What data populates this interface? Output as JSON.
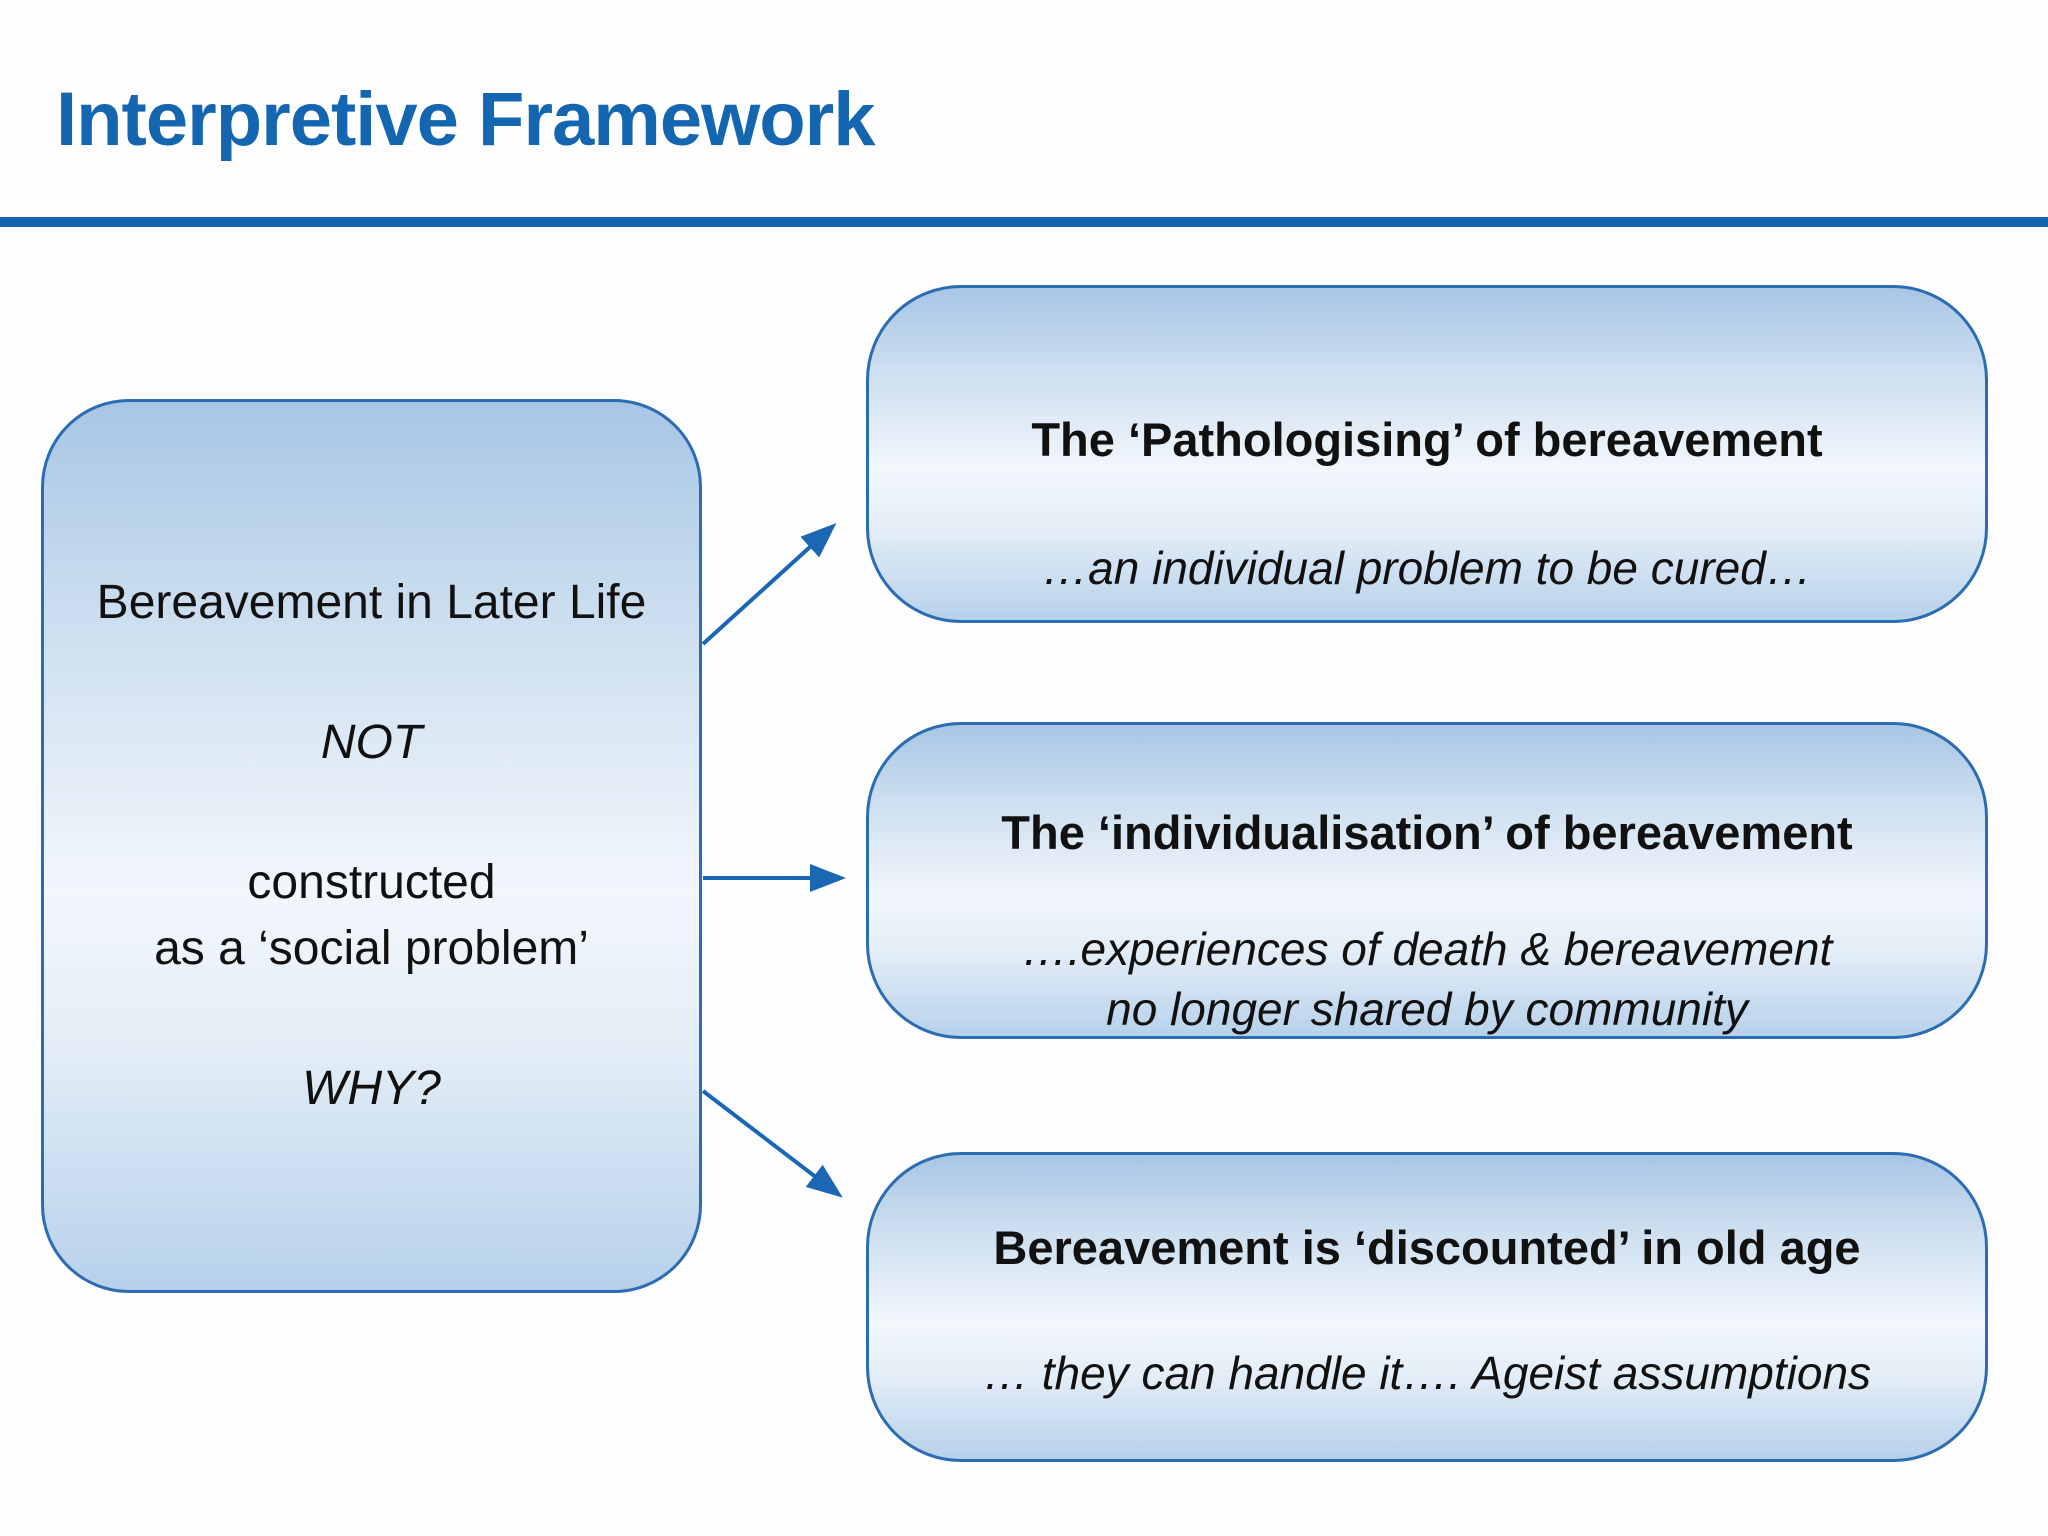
{
  "slide": {
    "title": "Interpretive Framework",
    "accent_color": "#1566b1",
    "box_border_color": "#2b6cb3",
    "box_fill_top": "#a7c6e5",
    "box_fill_middle": "#f2f7fc",
    "box_fill_bottom": "#b7d1eb",
    "arrow_color": "#1b67b3"
  },
  "left_box": {
    "line1": "Bereavement in Later Life",
    "line2": "NOT",
    "line3": "constructed",
    "line4": "as a ‘social problem’",
    "line5": "WHY?"
  },
  "boxes": {
    "pathologising": {
      "title": "The ‘Pathologising’ of bereavement",
      "subtitle": "…an individual problem to be cured…"
    },
    "individualisation": {
      "title": "The ‘individualisation’ of bereavement",
      "subtitle_line1": "….experiences of death & bereavement",
      "subtitle_line2": "no longer shared by community"
    },
    "discounted": {
      "title": "Bereavement is ‘discounted’ in old age",
      "subtitle": "… they can handle it…. Ageist assumptions"
    }
  }
}
